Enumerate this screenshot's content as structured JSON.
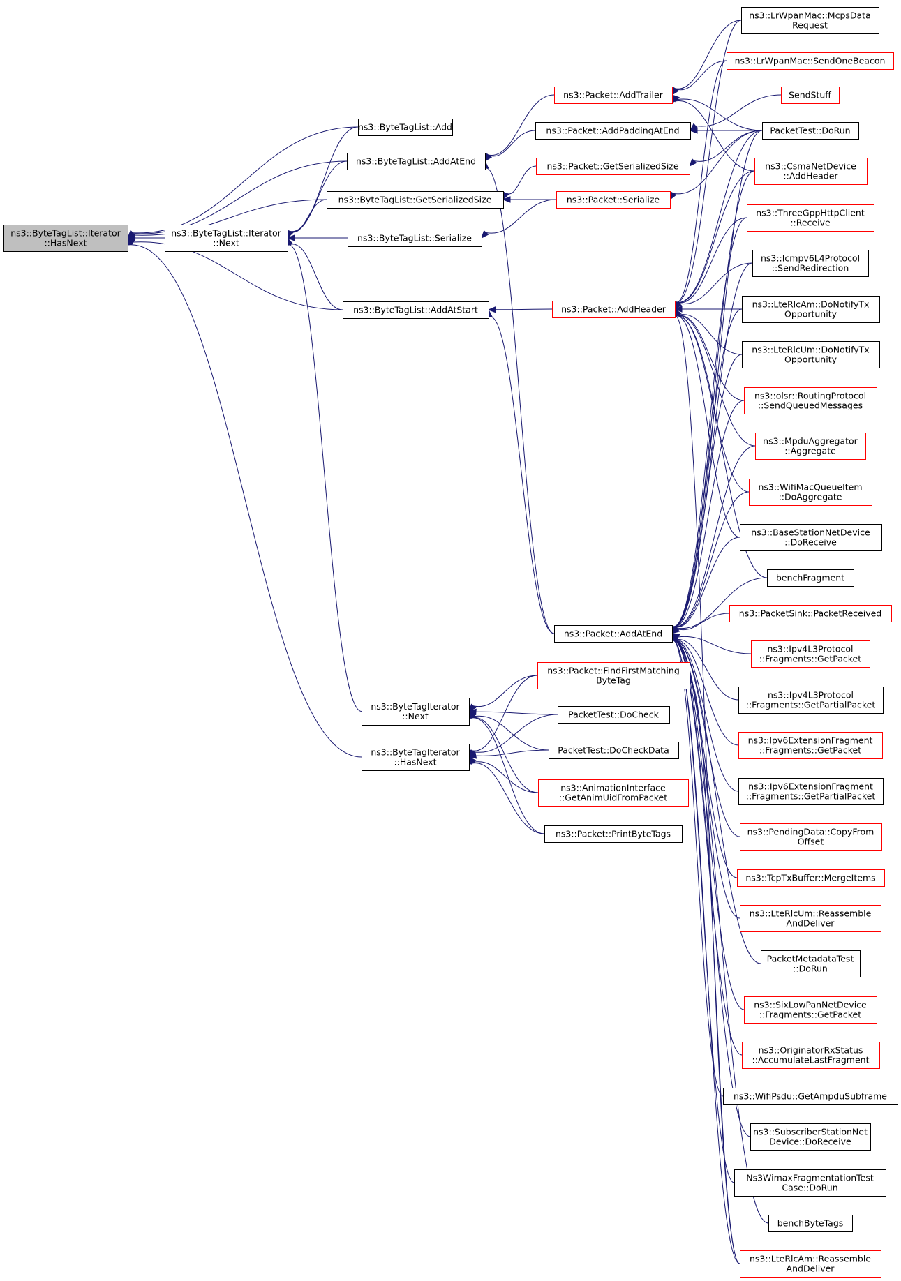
{
  "colors": {
    "edge": "#191970",
    "node_border": "#000000",
    "node_border_truncated": "#ff0000",
    "root_fill": "#bfbfbf"
  },
  "nodes": [
    {
      "id": "root",
      "lines": [
        "ns3::ByteTagList::Iterator",
        "::HasNext"
      ],
      "border": "black",
      "root": true
    },
    {
      "id": "btl_next",
      "lines": [
        "ns3::ByteTagList::Iterator",
        "::Next"
      ],
      "border": "black"
    },
    {
      "id": "btl_add",
      "lines": [
        "ns3::ByteTagList::Add"
      ],
      "border": "black"
    },
    {
      "id": "btl_addatend",
      "lines": [
        "ns3::ByteTagList::AddAtEnd"
      ],
      "border": "black"
    },
    {
      "id": "btl_getser",
      "lines": [
        "ns3::ByteTagList::GetSerializedSize"
      ],
      "border": "black"
    },
    {
      "id": "btl_serialize",
      "lines": [
        "ns3::ByteTagList::Serialize"
      ],
      "border": "black"
    },
    {
      "id": "btl_addatstart",
      "lines": [
        "ns3::ByteTagList::AddAtStart"
      ],
      "border": "black"
    },
    {
      "id": "bti_next",
      "lines": [
        "ns3::ByteTagIterator",
        "::Next"
      ],
      "border": "black"
    },
    {
      "id": "bti_hasnext",
      "lines": [
        "ns3::ByteTagIterator",
        "::HasNext"
      ],
      "border": "black"
    },
    {
      "id": "p_addtrailer",
      "lines": [
        "ns3::Packet::AddTrailer"
      ],
      "border": "red"
    },
    {
      "id": "p_addpadding",
      "lines": [
        "ns3::Packet::AddPaddingAtEnd"
      ],
      "border": "black"
    },
    {
      "id": "p_getser",
      "lines": [
        "ns3::Packet::GetSerializedSize"
      ],
      "border": "red"
    },
    {
      "id": "p_serialize",
      "lines": [
        "ns3::Packet::Serialize"
      ],
      "border": "red"
    },
    {
      "id": "p_addheader",
      "lines": [
        "ns3::Packet::AddHeader"
      ],
      "border": "red"
    },
    {
      "id": "p_addatend",
      "lines": [
        "ns3::Packet::AddAtEnd"
      ],
      "border": "black"
    },
    {
      "id": "p_findfirst",
      "lines": [
        "ns3::Packet::FindFirstMatching",
        "ByteTag"
      ],
      "border": "red"
    },
    {
      "id": "pt_docheck",
      "lines": [
        "PacketTest::DoCheck"
      ],
      "border": "black"
    },
    {
      "id": "pt_docheckdata",
      "lines": [
        "PacketTest::DoCheckData"
      ],
      "border": "black"
    },
    {
      "id": "anim",
      "lines": [
        "ns3::AnimationInterface",
        "::GetAnimUidFromPacket"
      ],
      "border": "red"
    },
    {
      "id": "printbt",
      "lines": [
        "ns3::Packet::PrintByteTags"
      ],
      "border": "black"
    },
    {
      "id": "lrw_mcps",
      "lines": [
        "ns3::LrWpanMac::McpsData",
        "Request"
      ],
      "border": "black"
    },
    {
      "id": "lrw_beacon",
      "lines": [
        "ns3::LrWpanMac::SendOneBeacon"
      ],
      "border": "red"
    },
    {
      "id": "sendstuff",
      "lines": [
        "SendStuff"
      ],
      "border": "red"
    },
    {
      "id": "pt_dorun",
      "lines": [
        "PacketTest::DoRun"
      ],
      "border": "black"
    },
    {
      "id": "csma",
      "lines": [
        "ns3::CsmaNetDevice",
        "::AddHeader"
      ],
      "border": "red"
    },
    {
      "id": "threegpp",
      "lines": [
        "ns3::ThreeGppHttpClient",
        "::Receive"
      ],
      "border": "red"
    },
    {
      "id": "icmpv6",
      "lines": [
        "ns3::Icmpv6L4Protocol",
        "::SendRedirection"
      ],
      "border": "black"
    },
    {
      "id": "rlcam_tx",
      "lines": [
        "ns3::LteRlcAm::DoNotifyTx",
        "Opportunity"
      ],
      "border": "black"
    },
    {
      "id": "rlcum_tx",
      "lines": [
        "ns3::LteRlcUm::DoNotifyTx",
        "Opportunity"
      ],
      "border": "black"
    },
    {
      "id": "olsr",
      "lines": [
        "ns3::olsr::RoutingProtocol",
        "::SendQueuedMessages"
      ],
      "border": "red"
    },
    {
      "id": "mpdu",
      "lines": [
        "ns3::MpduAggregator",
        "::Aggregate"
      ],
      "border": "red"
    },
    {
      "id": "wifiq",
      "lines": [
        "ns3::WifiMacQueueItem",
        "::DoAggregate"
      ],
      "border": "red"
    },
    {
      "id": "bsnd",
      "lines": [
        "ns3::BaseStationNetDevice",
        "::DoReceive"
      ],
      "border": "black"
    },
    {
      "id": "benchfrag",
      "lines": [
        "benchFragment"
      ],
      "border": "black"
    },
    {
      "id": "psink",
      "lines": [
        "ns3::PacketSink::PacketReceived"
      ],
      "border": "red"
    },
    {
      "id": "ipv4frag",
      "lines": [
        "ns3::Ipv4L3Protocol",
        "::Fragments::GetPacket"
      ],
      "border": "red"
    },
    {
      "id": "ipv4partial",
      "lines": [
        "ns3::Ipv4L3Protocol",
        "::Fragments::GetPartialPacket"
      ],
      "border": "black"
    },
    {
      "id": "ipv6frag",
      "lines": [
        "ns3::Ipv6ExtensionFragment",
        "::Fragments::GetPacket"
      ],
      "border": "red"
    },
    {
      "id": "ipv6partial",
      "lines": [
        "ns3::Ipv6ExtensionFragment",
        "::Fragments::GetPartialPacket"
      ],
      "border": "black"
    },
    {
      "id": "pending",
      "lines": [
        "ns3::PendingData::CopyFrom",
        "Offset"
      ],
      "border": "red"
    },
    {
      "id": "tcptx",
      "lines": [
        "ns3::TcpTxBuffer::MergeItems"
      ],
      "border": "red"
    },
    {
      "id": "rlcum_re",
      "lines": [
        "ns3::LteRlcUm::Reassemble",
        "AndDeliver"
      ],
      "border": "red"
    },
    {
      "id": "pmeta",
      "lines": [
        "PacketMetadataTest",
        "::DoRun"
      ],
      "border": "black"
    },
    {
      "id": "sixlow",
      "lines": [
        "ns3::SixLowPanNetDevice",
        "::Fragments::GetPacket"
      ],
      "border": "red"
    },
    {
      "id": "origrx",
      "lines": [
        "ns3::OriginatorRxStatus",
        "::AccumulateLastFragment"
      ],
      "border": "red"
    },
    {
      "id": "wifipsdu",
      "lines": [
        "ns3::WifiPsdu::GetAmpduSubframe"
      ],
      "border": "black"
    },
    {
      "id": "ssnd",
      "lines": [
        "ns3::SubscriberStationNet",
        "Device::DoReceive"
      ],
      "border": "black"
    },
    {
      "id": "wimax",
      "lines": [
        "Ns3WimaxFragmentationTest",
        "Case::DoRun"
      ],
      "border": "black"
    },
    {
      "id": "benchbt",
      "lines": [
        "benchByteTags"
      ],
      "border": "black"
    },
    {
      "id": "rlcam_re",
      "lines": [
        "ns3::LteRlcAm::Reassemble",
        "AndDeliver"
      ],
      "border": "red"
    }
  ],
  "edges": [
    [
      "btl_next",
      "root"
    ],
    [
      "btl_add",
      "root"
    ],
    [
      "btl_addatend",
      "root"
    ],
    [
      "btl_getser",
      "root"
    ],
    [
      "btl_serialize",
      "root"
    ],
    [
      "btl_addatstart",
      "root"
    ],
    [
      "bti_hasnext",
      "root"
    ],
    [
      "btl_add",
      "btl_next"
    ],
    [
      "btl_addatend",
      "btl_next"
    ],
    [
      "btl_getser",
      "btl_next"
    ],
    [
      "btl_serialize",
      "btl_next"
    ],
    [
      "btl_addatstart",
      "btl_next"
    ],
    [
      "bti_next",
      "btl_next"
    ],
    [
      "p_addtrailer",
      "btl_addatend"
    ],
    [
      "p_addpadding",
      "btl_addatend"
    ],
    [
      "p_addatend",
      "btl_addatend"
    ],
    [
      "p_getser",
      "btl_getser"
    ],
    [
      "p_serialize",
      "btl_getser"
    ],
    [
      "p_serialize",
      "btl_serialize"
    ],
    [
      "p_addheader",
      "btl_addatstart"
    ],
    [
      "p_addatend",
      "btl_addatstart"
    ],
    [
      "p_findfirst",
      "bti_next"
    ],
    [
      "pt_docheck",
      "bti_next"
    ],
    [
      "pt_docheckdata",
      "bti_next"
    ],
    [
      "anim",
      "bti_next"
    ],
    [
      "printbt",
      "bti_next"
    ],
    [
      "p_findfirst",
      "bti_hasnext"
    ],
    [
      "pt_docheck",
      "bti_hasnext"
    ],
    [
      "pt_docheckdata",
      "bti_hasnext"
    ],
    [
      "anim",
      "bti_hasnext"
    ],
    [
      "printbt",
      "bti_hasnext"
    ],
    [
      "lrw_mcps",
      "p_addtrailer"
    ],
    [
      "lrw_beacon",
      "p_addtrailer"
    ],
    [
      "pt_dorun",
      "p_addtrailer"
    ],
    [
      "csma",
      "p_addtrailer"
    ],
    [
      "sendstuff",
      "p_addpadding"
    ],
    [
      "pt_dorun",
      "p_addpadding"
    ],
    [
      "pt_dorun",
      "p_getser"
    ],
    [
      "pt_dorun",
      "p_serialize"
    ],
    [
      "lrw_mcps",
      "p_addheader"
    ],
    [
      "lrw_beacon",
      "p_addheader"
    ],
    [
      "pt_dorun",
      "p_addheader"
    ],
    [
      "csma",
      "p_addheader"
    ],
    [
      "threegpp",
      "p_addheader"
    ],
    [
      "icmpv6",
      "p_addheader"
    ],
    [
      "rlcam_tx",
      "p_addheader"
    ],
    [
      "rlcum_tx",
      "p_addheader"
    ],
    [
      "olsr",
      "p_addheader"
    ],
    [
      "mpdu",
      "p_addheader"
    ],
    [
      "wifiq",
      "p_addheader"
    ],
    [
      "bsnd",
      "p_addheader"
    ],
    [
      "benchfrag",
      "p_addheader"
    ],
    [
      "rlcam_re",
      "p_addheader"
    ],
    [
      "pt_dorun",
      "p_addatend"
    ],
    [
      "csma",
      "p_addatend"
    ],
    [
      "threegpp",
      "p_addatend"
    ],
    [
      "icmpv6",
      "p_addatend"
    ],
    [
      "rlcam_tx",
      "p_addatend"
    ],
    [
      "rlcum_tx",
      "p_addatend"
    ],
    [
      "olsr",
      "p_addatend"
    ],
    [
      "mpdu",
      "p_addatend"
    ],
    [
      "wifiq",
      "p_addatend"
    ],
    [
      "bsnd",
      "p_addatend"
    ],
    [
      "benchfrag",
      "p_addatend"
    ],
    [
      "psink",
      "p_addatend"
    ],
    [
      "ipv4frag",
      "p_addatend"
    ],
    [
      "ipv4partial",
      "p_addatend"
    ],
    [
      "ipv6frag",
      "p_addatend"
    ],
    [
      "ipv6partial",
      "p_addatend"
    ],
    [
      "pending",
      "p_addatend"
    ],
    [
      "tcptx",
      "p_addatend"
    ],
    [
      "rlcum_re",
      "p_addatend"
    ],
    [
      "pmeta",
      "p_addatend"
    ],
    [
      "sixlow",
      "p_addatend"
    ],
    [
      "origrx",
      "p_addatend"
    ],
    [
      "wifipsdu",
      "p_addatend"
    ],
    [
      "ssnd",
      "p_addatend"
    ],
    [
      "wimax",
      "p_addatend"
    ],
    [
      "benchbt",
      "p_addatend"
    ],
    [
      "rlcam_re",
      "p_addatend"
    ],
    [
      "rlcam_re",
      "p_findfirst"
    ]
  ]
}
